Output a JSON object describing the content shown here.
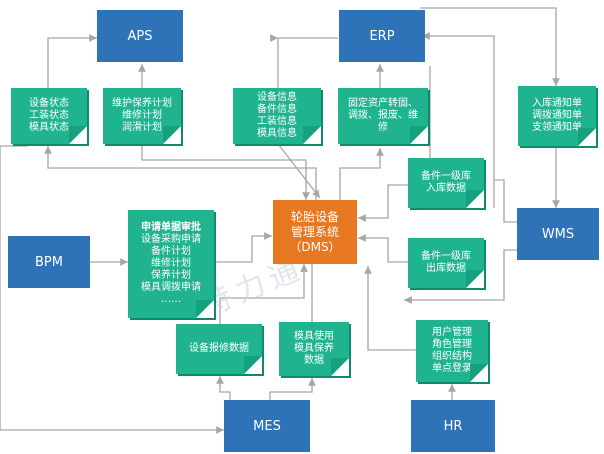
{
  "systems": {
    "aps": "APS",
    "erp": "ERP",
    "bpm": "BPM",
    "wms": "WMS",
    "mes": "MES",
    "hr": "HR"
  },
  "center": {
    "line1": "轮胎设备",
    "line2": "管理系统",
    "line3": "（DMS）"
  },
  "notes": {
    "aps_status": [
      "设备状态",
      "工装状态",
      "模具状态"
    ],
    "aps_plan": [
      "维护保养计划",
      "维修计划",
      "润滑计划"
    ],
    "erp_info": [
      "设备信息",
      "备件信息",
      "工装信息",
      "模具信息"
    ],
    "erp_assets": [
      "固定资产转固、",
      "调拨、报废、维",
      "修"
    ],
    "wms_notice": [
      "入库通知单",
      "调拨通知单",
      "支领通知单"
    ],
    "spare_in": [
      "备件一级库",
      "入库数据"
    ],
    "spare_out": [
      "备件一级库",
      "出库数据"
    ],
    "bpm_approval": [
      "申请单据审批",
      "设备采购申请",
      "备件计划",
      "维修计划",
      "保养计划",
      "模具调拨申请",
      "……"
    ],
    "mes_report": [
      "设备报修数据"
    ],
    "mes_mold": [
      "模具使用",
      "模具保养",
      "数据"
    ],
    "hr_info": [
      "用户管理",
      "角色管理",
      "组织结构",
      "单点登录"
    ]
  },
  "watermark": "特力通",
  "colors": {
    "system": "#2e73b8",
    "note": "#1fb48f",
    "center": "#e87722",
    "connector": "#a6a6a6"
  }
}
